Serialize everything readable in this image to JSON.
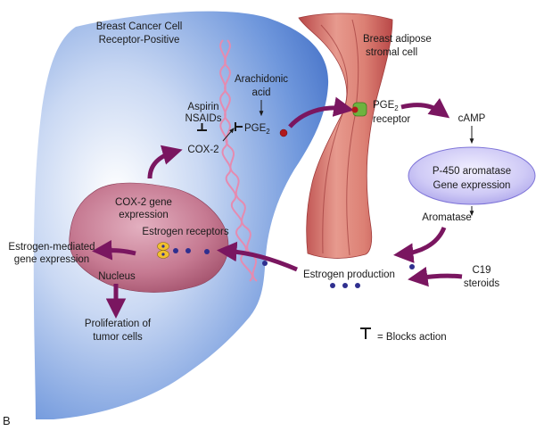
{
  "panel_label": "B",
  "colors": {
    "cell_blue": "#5b86d6",
    "fat_cell_red": "#d46a6a",
    "nucleus_pink": "#b8627a",
    "ellipse_lavender": "#bcb7f0",
    "arrow_purple": "#7a1660",
    "molecule_navy": "#2f2f8f",
    "receptor_green": "#6db33f",
    "pge2_dot_red": "#b0181c",
    "background": "#ffffff"
  },
  "labels": {
    "cancer_cell_line1": "Breast Cancer Cell",
    "cancer_cell_line2": "Receptor-Positive",
    "adipose_line1": "Breast adipose",
    "adipose_line2": "stromal cell",
    "arachidonic_line1": "Arachidonic",
    "arachidonic_line2": "acid",
    "aspirin": "Aspirin",
    "nsaids": "NSAIDs",
    "cox2": "COX-2",
    "pge2_main": "PGE",
    "pge2_sub": "2",
    "pge2_receptor_main": "PGE",
    "pge2_receptor_sub": "2",
    "pge2_receptor_line2": "receptor",
    "camp": "cAMP",
    "p450_line1": "P-450 aromatase",
    "p450_line2": "Gene expression",
    "aromatase": "Aromatase",
    "c19_line1": "C19",
    "c19_line2": "steroids",
    "estrogen_production": "Estrogen production",
    "estrogen_receptors": "Estrogen receptors",
    "cox2_gene_line1": "COX-2 gene",
    "cox2_gene_line2": "expression",
    "estrogen_mediated_line1": "Estrogen-mediated",
    "estrogen_mediated_line2": "gene expression",
    "nucleus": "Nucleus",
    "proliferation_line1": "Proliferation of",
    "proliferation_line2": "tumor cells",
    "legend_text": "= Blocks action"
  },
  "icons": {
    "inhibition_symbol": "blocks-action-icon",
    "estrogen_molecule": "estrogen-molecule-dot",
    "receptor": "estrogen-receptor-icon"
  }
}
